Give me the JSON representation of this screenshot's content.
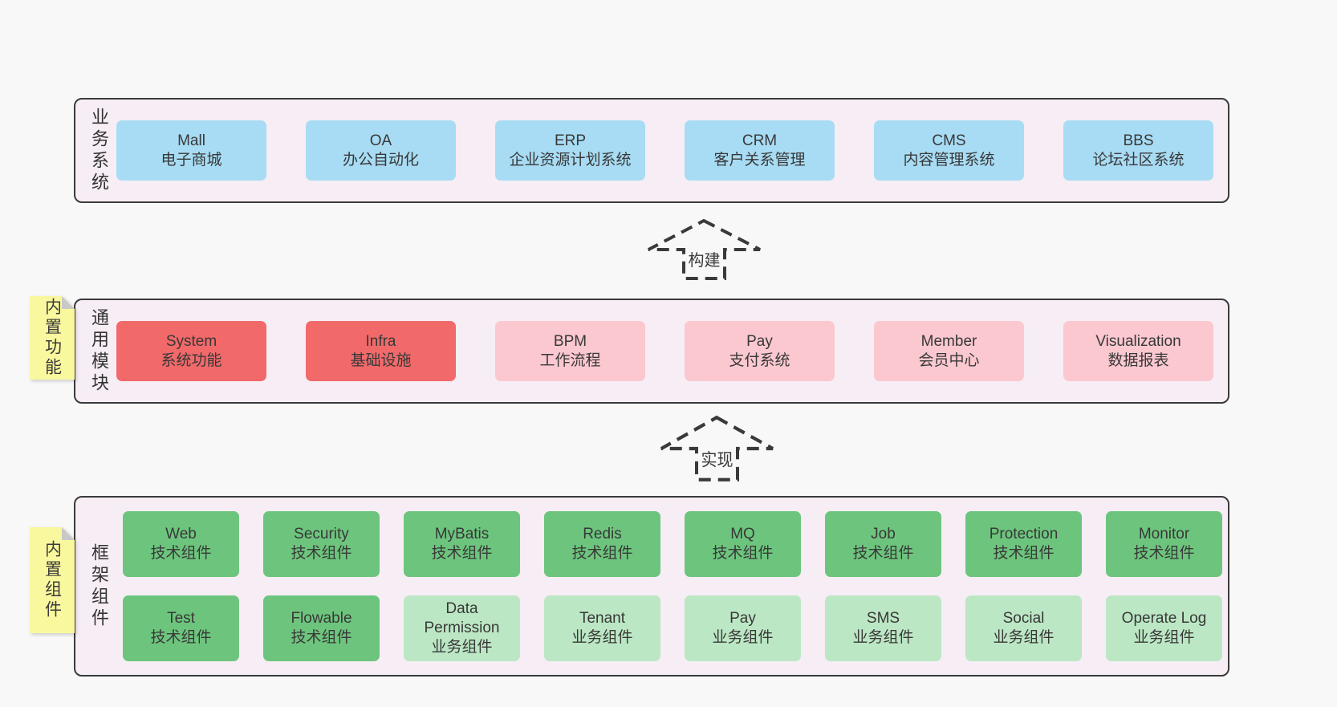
{
  "palette": {
    "page_background": "#f8f8f8",
    "band_background": "#f7edf5",
    "band_border": "#3b3b3b",
    "blue_box": "#a8dcf4",
    "red_box": "#f2696a",
    "pink_box": "#fbc8cf",
    "green_box": "#6dc57d",
    "light_green_box": "#bce7c4",
    "note_yellow": "#faf89e",
    "note_fold_gray": "#c8c8c8",
    "text": "#383838"
  },
  "arrows": {
    "build": "构建",
    "implement": "实现"
  },
  "bands": {
    "business": {
      "side_label": "业务系统",
      "boxes": [
        {
          "title": "Mall",
          "subtitle": "电子商城"
        },
        {
          "title": "OA",
          "subtitle": "办公自动化"
        },
        {
          "title": "ERP",
          "subtitle": "企业资源计划系统"
        },
        {
          "title": "CRM",
          "subtitle": "客户关系管理"
        },
        {
          "title": "CMS",
          "subtitle": "内容管理系统"
        },
        {
          "title": "BBS",
          "subtitle": "论坛社区系统"
        }
      ]
    },
    "modules": {
      "side_label": "通用模块",
      "note": "内置功能",
      "boxes": [
        {
          "title": "System",
          "subtitle": "系统功能"
        },
        {
          "title": "Infra",
          "subtitle": "基础设施"
        },
        {
          "title": "BPM",
          "subtitle": "工作流程"
        },
        {
          "title": "Pay",
          "subtitle": "支付系统"
        },
        {
          "title": "Member",
          "subtitle": "会员中心"
        },
        {
          "title": "Visualization",
          "subtitle": "数据报表"
        }
      ]
    },
    "components": {
      "side_label": "框架组件",
      "note": "内置组件",
      "row1": [
        {
          "title": "Web",
          "subtitle": "技术组件"
        },
        {
          "title": "Security",
          "subtitle": "技术组件"
        },
        {
          "title": "MyBatis",
          "subtitle": "技术组件"
        },
        {
          "title": "Redis",
          "subtitle": "技术组件"
        },
        {
          "title": "MQ",
          "subtitle": "技术组件"
        },
        {
          "title": "Job",
          "subtitle": "技术组件"
        },
        {
          "title": "Protection",
          "subtitle": "技术组件"
        },
        {
          "title": "Monitor",
          "subtitle": "技术组件"
        }
      ],
      "row2": [
        {
          "title": "Test",
          "subtitle": "技术组件"
        },
        {
          "title": "Flowable",
          "subtitle": "技术组件"
        },
        {
          "title": "Data Permission",
          "subtitle": "业务组件"
        },
        {
          "title": "Tenant",
          "subtitle": "业务组件"
        },
        {
          "title": "Pay",
          "subtitle": "业务组件"
        },
        {
          "title": "SMS",
          "subtitle": "业务组件"
        },
        {
          "title": "Social",
          "subtitle": "业务组件"
        },
        {
          "title": "Operate Log",
          "subtitle": "业务组件"
        }
      ]
    }
  }
}
